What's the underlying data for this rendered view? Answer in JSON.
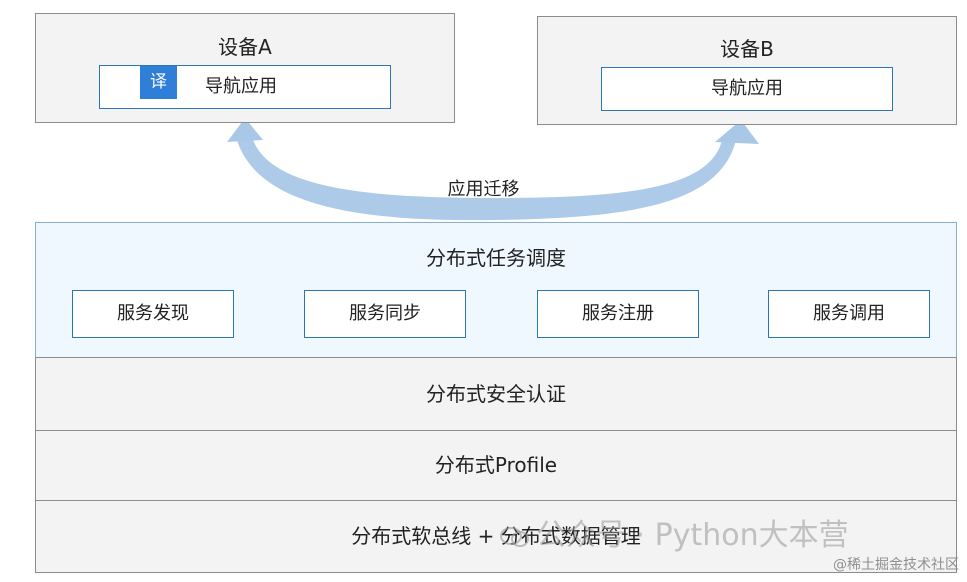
{
  "device_a": {
    "title": "设备A",
    "app_label": "导航应用",
    "translate_badge": "译"
  },
  "device_b": {
    "title": "设备B",
    "app_label": "导航应用"
  },
  "migration": {
    "label": "应用迁移"
  },
  "scheduling": {
    "title": "分布式任务调度",
    "services": [
      "服务发现",
      "服务同步",
      "服务注册",
      "服务调用"
    ]
  },
  "layers": [
    "分布式安全认证",
    "分布式Profile",
    "分布式软总线 + 分布式数据管理"
  ],
  "watermark": {
    "text": "公众号 · Python大本营",
    "small_text": "@稀土掘金技术社区"
  },
  "colors": {
    "arrow": "#a9c8e8",
    "box_border": "#2e75b6",
    "panel_bg": "#f0f8ff",
    "layer_bg": "#f3f3f3"
  }
}
